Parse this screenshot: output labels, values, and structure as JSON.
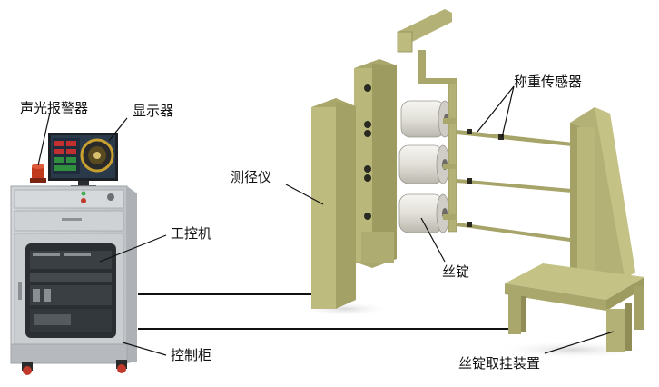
{
  "labels": {
    "alarm": "声光报警器",
    "display": "显示器",
    "caliper": "测径仪",
    "ipc": "工控机",
    "cabinet": "控制柜",
    "weigh_sensor": "称重传感器",
    "spindle": "丝锭",
    "spindle_handler": "丝锭取挂装置"
  },
  "colors": {
    "frame_face": "#b9b77a",
    "frame_side": "#a6a468",
    "frame_dark": "#8f8d55",
    "cabinet_face": "#c9ccd0",
    "cabinet_side": "#aeb2b6",
    "window": "#2b2f33",
    "spindle": "#e6e4de",
    "alarm": "#c23a1e"
  }
}
